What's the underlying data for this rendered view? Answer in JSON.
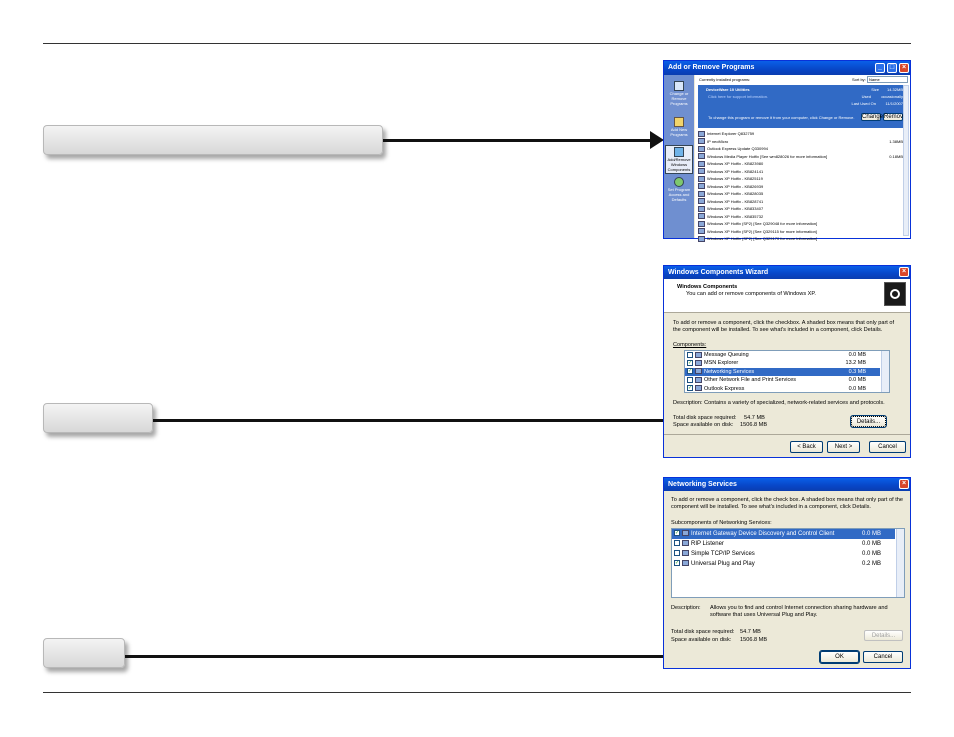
{
  "add_remove": {
    "title": "Add or Remove Programs",
    "sidebar": [
      "Change or Remove Programs",
      "Add New Programs",
      "Add/Remove Windows Components",
      "Set Program Access and Defaults"
    ],
    "header_label": "Currently installed programs:",
    "sort_label": "Sort by:",
    "sort_value": "Name",
    "selected_program": "DeviceWare 10 Utilities",
    "support_link": "Click here for support information.",
    "size_label": "Size",
    "size_value": "14.32MB",
    "used_label": "Used",
    "used_value": "occasionally",
    "last_used_label": "Last Used On",
    "last_used_value": "11/1/2007",
    "change_text": "To change this program or remove it from your computer, click Change or Remove.",
    "change_button": "Change",
    "remove_button": "Remove",
    "programs": [
      {
        "name": "Internet Explorer Q832759",
        "size": ""
      },
      {
        "name": "IP neoMicro",
        "size": "1.38MB"
      },
      {
        "name": "Outlook Express Update Q330994",
        "size": ""
      },
      {
        "name": "Windows Media Player Hotfix [See wm828026 for more information]",
        "size": "0.18MB"
      },
      {
        "name": "Windows XP Hotfix - KB823980",
        "size": ""
      },
      {
        "name": "Windows XP Hotfix - KB824141",
        "size": ""
      },
      {
        "name": "Windows XP Hotfix - KB825119",
        "size": ""
      },
      {
        "name": "Windows XP Hotfix - KB826939",
        "size": ""
      },
      {
        "name": "Windows XP Hotfix - KB828035",
        "size": ""
      },
      {
        "name": "Windows XP Hotfix - KB828741",
        "size": ""
      },
      {
        "name": "Windows XP Hotfix - KB833407",
        "size": ""
      },
      {
        "name": "Windows XP Hotfix - KB835732",
        "size": ""
      },
      {
        "name": "Windows XP Hotfix (SP2) [See Q329048 for more information]",
        "size": ""
      },
      {
        "name": "Windows XP Hotfix (SP2) [See Q329115 for more information]",
        "size": ""
      },
      {
        "name": "Windows XP Hotfix (SP2) [See Q329170 for more information]",
        "size": ""
      }
    ]
  },
  "wizard": {
    "title": "Windows Components Wizard",
    "heading": "Windows Components",
    "subheading": "You can add or remove components of Windows XP.",
    "instructions": "To add or remove a component, click the checkbox. A shaded box means that only part of the component will be installed. To see what's included in a component, click Details.",
    "components_label": "Components:",
    "components": [
      {
        "name": "Message Queuing",
        "size": "0.0 MB",
        "checked": false
      },
      {
        "name": "MSN Explorer",
        "size": "13.2 MB",
        "checked": true
      },
      {
        "name": "Networking Services",
        "size": "0.3 MB",
        "checked": true
      },
      {
        "name": "Other Network File and Print Services",
        "size": "0.0 MB",
        "checked": false
      },
      {
        "name": "Outlook Express",
        "size": "0.0 MB",
        "checked": true
      }
    ],
    "description": "Description:  Contains a variety of specialized, network-related services and protocols.",
    "disk_required_label": "Total disk space required:",
    "disk_required_value": "54.7 MB",
    "disk_available_label": "Space available on disk:",
    "disk_available_value": "1506.8 MB",
    "details_button": "Details...",
    "back_button": "< Back",
    "next_button": "Next >",
    "cancel_button": "Cancel"
  },
  "net_services": {
    "title": "Networking Services",
    "instructions": "To add or remove a component, click the check box. A shaded box means that only part of the component will be installed. To see what's included in a component, click Details.",
    "subcomponents_label": "Subcomponents of Networking Services:",
    "items": [
      {
        "name": "Internet Gateway Device Discovery and Control Client",
        "size": "0.0 MB",
        "checked": true
      },
      {
        "name": "RIP Listener",
        "size": "0.0 MB",
        "checked": false
      },
      {
        "name": "Simple TCP/IP Services",
        "size": "0.0 MB",
        "checked": false
      },
      {
        "name": "Universal Plug and Play",
        "size": "0.2 MB",
        "checked": true
      }
    ],
    "description_label": "Description:",
    "description": "Allows you to find and control Internet connection sharing hardware and software that uses Universal Plug and Play.",
    "disk_required_label": "Total disk space required:",
    "disk_required_value": "54.7 MB",
    "disk_available_label": "Space available on disk:",
    "disk_available_value": "1506.8 MB",
    "details_button": "Details...",
    "ok_button": "OK",
    "cancel_button": "Cancel"
  }
}
